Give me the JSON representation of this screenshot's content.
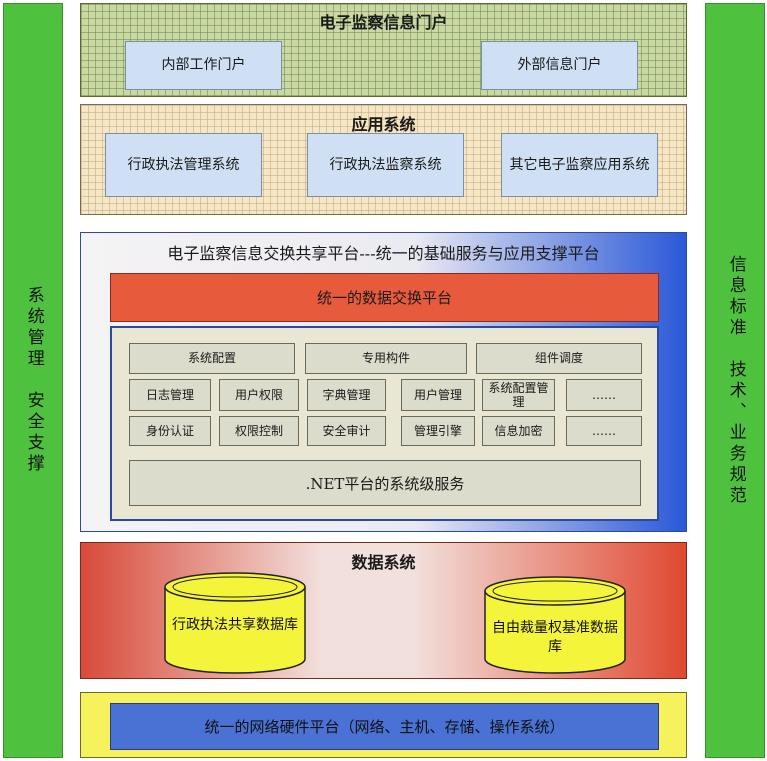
{
  "left_sidebar": {
    "text": "系统管理　安全支撑"
  },
  "right_sidebar": {
    "text": "信息标准　技术、业务规范"
  },
  "portal": {
    "title": "电子监察信息门户",
    "items": [
      "内部工作门户",
      "外部信息门户"
    ]
  },
  "apps": {
    "title": "应用系统",
    "items": [
      "行政执法管理系统",
      "行政执法监察系统",
      "其它电子监察应用系统"
    ]
  },
  "platform": {
    "title": "电子监察信息交换共享平台---统一的基础服务与应用支撑平台",
    "exchange": "统一的数据交换平台",
    "row1": [
      "系统配置",
      "专用构件",
      "组件调度"
    ],
    "row2": [
      "日志管理",
      "用户权限",
      "字典管理",
      "用户管理",
      "系统配置管理",
      "……"
    ],
    "row3": [
      "身份认证",
      "权限控制",
      "安全审计",
      "管理引擎",
      "信息加密",
      "……"
    ],
    "net_service": ".NET平台的系统级服务"
  },
  "data_system": {
    "title": "数据系统",
    "db1": "行政执法共享数据库",
    "db2": "自由裁量权基准数据库"
  },
  "network": {
    "label": "统一的网络硬件平台（网络、主机、存储、操作系统）"
  },
  "colors": {
    "sidebar": "#4ec23f",
    "exchange": "#e85a3c",
    "database": "#f4f43a",
    "network": "#4a72d4"
  }
}
